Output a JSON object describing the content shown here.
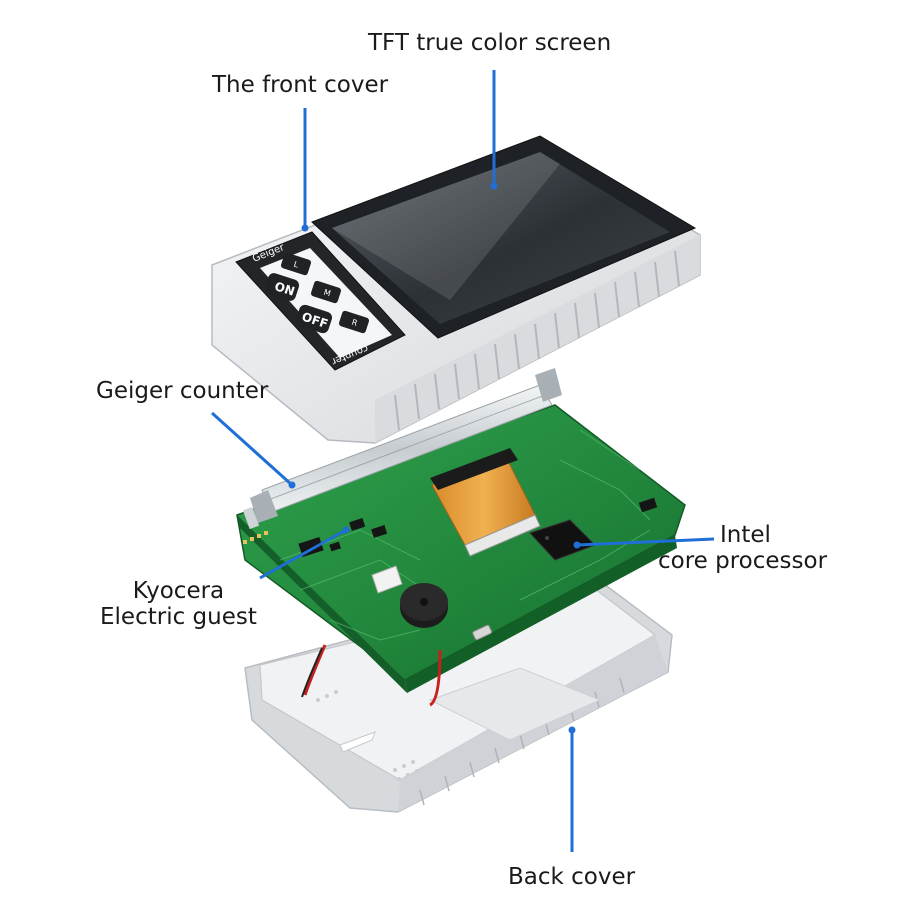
{
  "labels": {
    "tft_screen": "TFT true color screen",
    "front_cover": "The front cover",
    "geiger_counter": "Geiger counter",
    "intel_line1": "Intel",
    "intel_line2": "core processor",
    "kyocera_line1": "Kyocera",
    "kyocera_line2": "Electric guest",
    "back_cover": "Back cover"
  },
  "device": {
    "brand_top": "Geiger",
    "brand_bottom": "counter",
    "button_on": "ON",
    "button_off": "OFF",
    "key_l": "L",
    "key_m": "M",
    "key_r": "R"
  },
  "colors": {
    "leader_line": "#1f6fd6",
    "pcb": "#1f8a3c",
    "casing": "#e9ebee",
    "screen": "#2b2f33"
  }
}
